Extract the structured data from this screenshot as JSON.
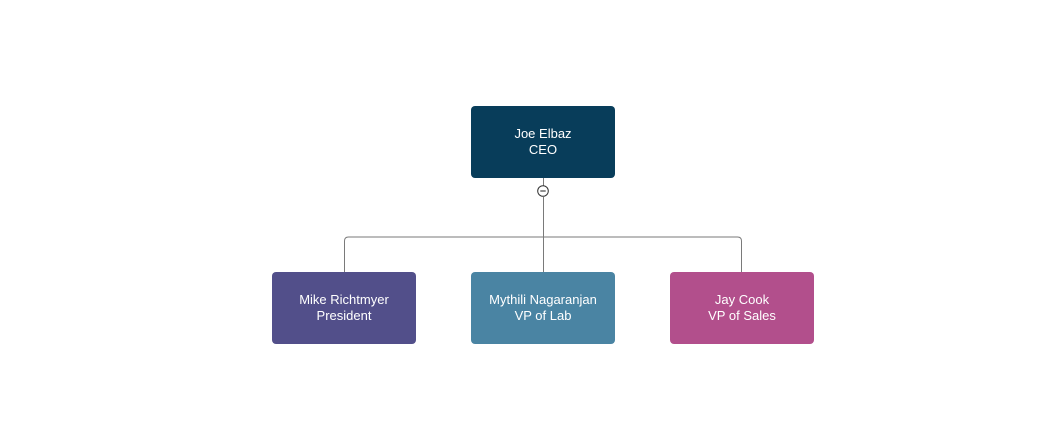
{
  "org_chart": {
    "line_color": "#7a7a7a",
    "collapse_icon": "minus-circle-icon",
    "root": {
      "name": "Joe Elbaz",
      "title": "CEO",
      "color": "#083d5a"
    },
    "children": [
      {
        "name": "Mike Richtmyer",
        "title": "President",
        "color": "#524f8a"
      },
      {
        "name": "Mythili Nagaranjan",
        "title": "VP of Lab",
        "color": "#4a84a3"
      },
      {
        "name": "Jay Cook",
        "title": "VP of Sales",
        "color": "#b24f8c"
      }
    ]
  }
}
